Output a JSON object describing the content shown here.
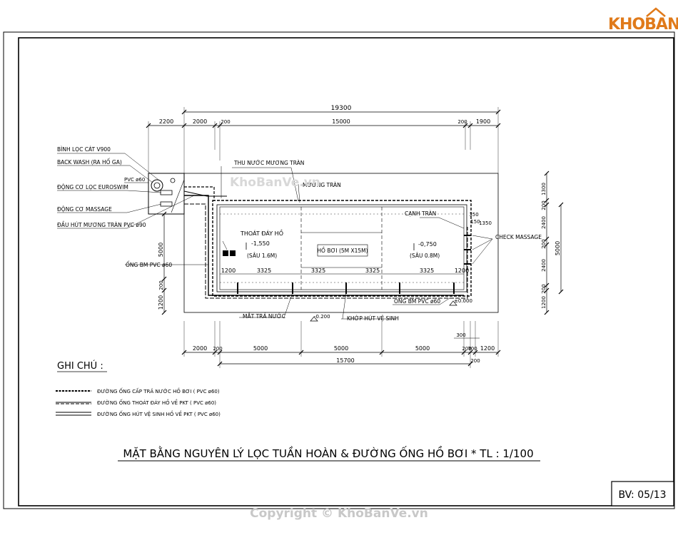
{
  "brand": {
    "logo_text": "KHOBANVE"
  },
  "copyright": "Copyright © KhoBanVe.vn",
  "watermark": "KhoBanVe.vn",
  "sheet_number": "BV: 05/13",
  "title": "MẶT BẰNG NGUYÊN LÝ LỌC TUẦN HOÀN & ĐƯỜNG ỐNG HỒ BƠI * TL : 1/100",
  "notes": {
    "heading": "GHI CHÚ :",
    "items": [
      "ĐƯỜNG ỐNG CẤP TRẢ NƯỚC HỒ BƠI ( PVC ø60)",
      "ĐƯỜNG ỐNG THOÁT ĐÁY HỒ VỀ PKT ( PVC ø60)",
      "ĐƯỜNG ỐNG HÚT VỆ SINH HỒ VỀ PKT ( PVC ø60)"
    ]
  },
  "equipment_labels": [
    "BÌNH LỌC CÁT V900",
    "BACK WASH (RA HỐ GA)",
    "ĐỘNG CƠ LỌC EUROSWIM",
    "ĐỘNG CƠ MASSAGE",
    "ĐẦU HÚT MƯƠNG TRÀN PVC ø90"
  ],
  "pipe_label_pvc": "PVC ø60",
  "plan_labels": {
    "thu_nuoc": "THU NƯỚC MƯƠNG TRÀN",
    "muong_tran": "MƯƠNG TRÀN",
    "canh_tran": "CẠNH TRÀN",
    "check_massage": "CHECK MASSAGE",
    "thoat_day": "THOÁT ĐÁY HỒ",
    "level_deep": "-1,550",
    "sau_deep": "(SÂU 1.6M)",
    "pool_name": "HỒ BƠI (5M X15M)",
    "level_shallow": "-0,750",
    "sau_shallow": "(SÂU 0.8M)",
    "ong_bm_left": "ỐNG BM PVC ø60",
    "ong_bm_right": "ỐNG BM PVC ø60",
    "mat_tra_nuoc": "MẮT TRẢ NƯỚC",
    "khop_hut": "KHỚP HÚT VỆ SINH",
    "level_deck": "-0.200",
    "level_zero": "±0.000"
  },
  "dimensions": {
    "top_total": "19300",
    "top_segments": [
      "2200",
      "2000",
      "200",
      "15000",
      "200",
      "1900"
    ],
    "inner_row": [
      "1200",
      "3325",
      "3325",
      "3325",
      "3325",
      "1200"
    ],
    "bottom_segments": [
      "2000",
      "200",
      "5000",
      "5000",
      "5000",
      "200",
      "700",
      "1200"
    ],
    "bottom_small": "300",
    "bottom_total": "15700",
    "bottom_end": "200",
    "left_mid": "5000",
    "left_bottom": "1200",
    "left_200": "200",
    "right_chain": [
      "1300",
      "200",
      "2400",
      "200",
      "2400",
      "200",
      "1200"
    ],
    "right_total": "5000",
    "right_misc": [
      "350",
      "150",
      "1350"
    ]
  }
}
